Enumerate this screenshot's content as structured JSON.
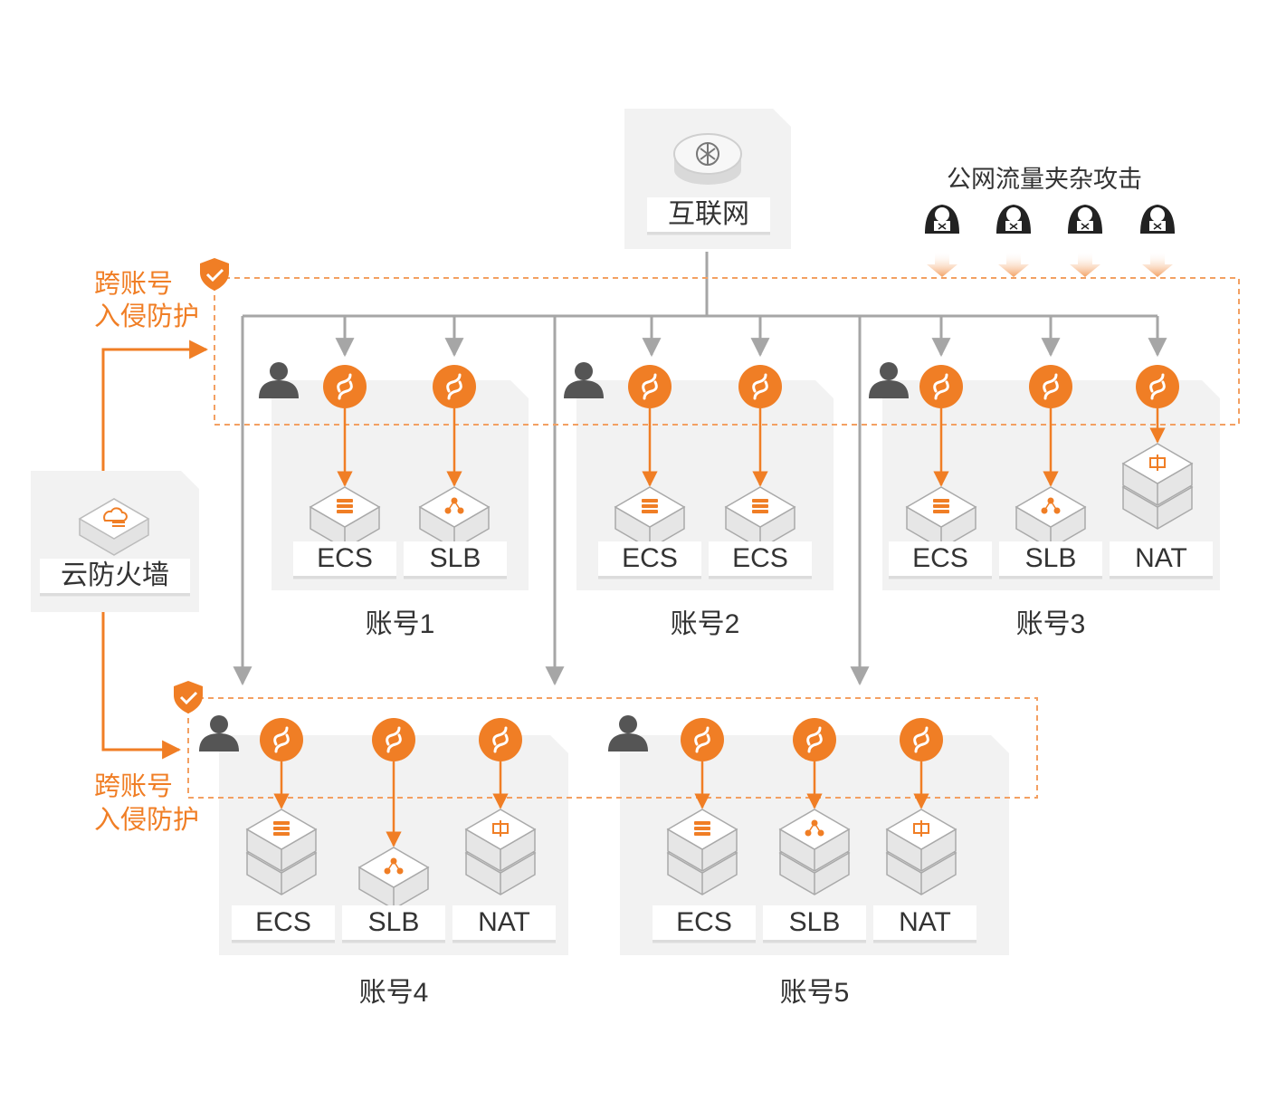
{
  "internet": {
    "label": "互联网"
  },
  "firewall": {
    "label": "云防火墙"
  },
  "attack": {
    "title": "公网流量夹杂攻击",
    "attacker_count": 4
  },
  "protection": {
    "upper_line1": "跨账号",
    "upper_line2": "入侵防护",
    "lower_line1": "跨账号",
    "lower_line2": "入侵防护"
  },
  "accounts": [
    {
      "name": "账号1",
      "resources": [
        "ECS",
        "SLB"
      ]
    },
    {
      "name": "账号2",
      "resources": [
        "ECS",
        "ECS"
      ]
    },
    {
      "name": "账号3",
      "resources": [
        "ECS",
        "SLB",
        "NAT"
      ]
    },
    {
      "name": "账号4",
      "resources": [
        "ECS",
        "SLB",
        "NAT"
      ]
    },
    {
      "name": "账号5",
      "resources": [
        "ECS",
        "SLB",
        "NAT"
      ]
    }
  ],
  "colors": {
    "accent": "#f07e25",
    "line": "#a6a6a6",
    "panel": "#f2f2f2",
    "text": "#333333"
  }
}
